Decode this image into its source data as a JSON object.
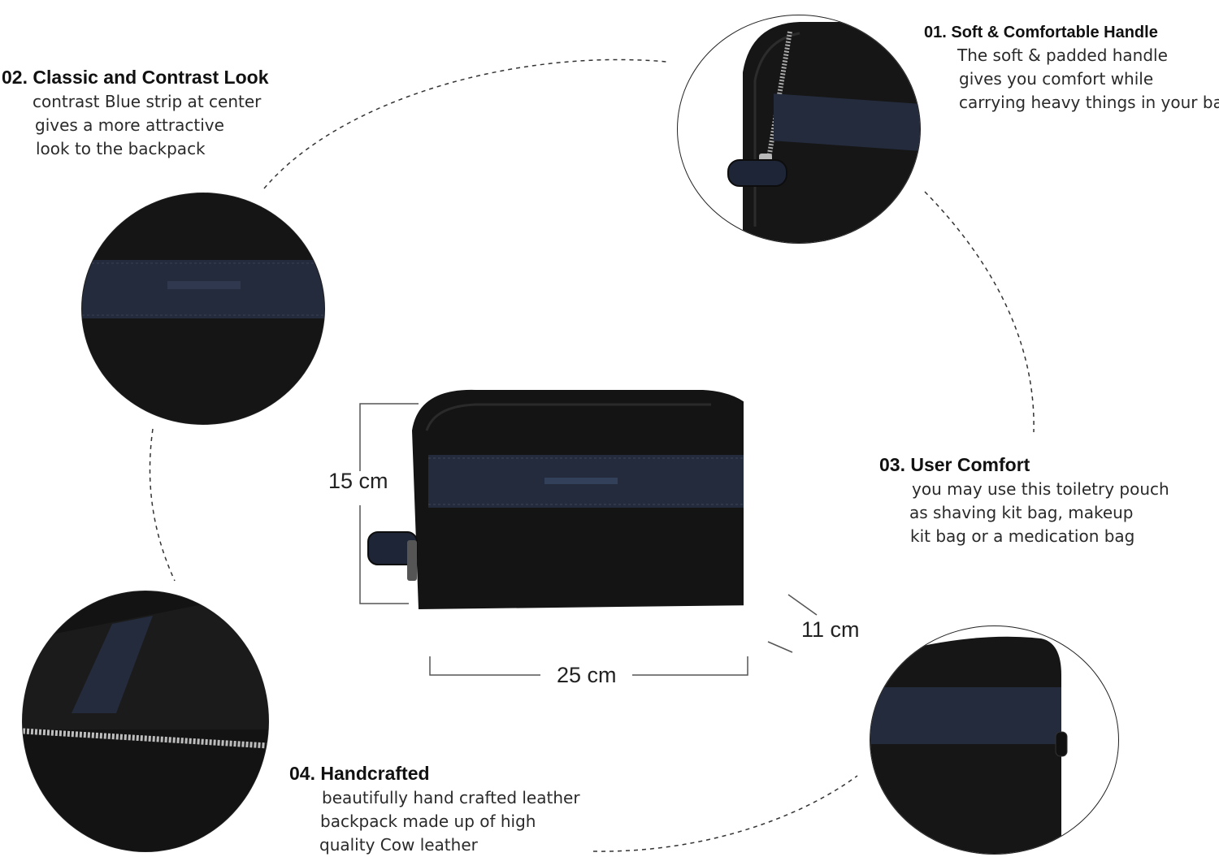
{
  "features": [
    {
      "title": "01. Soft & Comfortable Handle",
      "lines": [
        "The soft & padded handle",
        "gives you comfort while",
        "carrying heavy things in your bag"
      ]
    },
    {
      "title": "02. Classic and Contrast Look",
      "lines": [
        "contrast Blue strip at center",
        "gives a more attractive",
        "look to the backpack"
      ]
    },
    {
      "title": "03. User Comfort",
      "lines": [
        "you may use this toiletry pouch",
        "as shaving kit bag, makeup",
        "kit bag or a medication bag"
      ]
    },
    {
      "title": "04. Handcrafted",
      "lines": [
        "beautifully hand crafted leather",
        "backpack made up of high",
        "quality Cow leather"
      ]
    }
  ],
  "dimensions": {
    "height": "15 cm",
    "width": "25 cm",
    "depth": "11 cm"
  },
  "colors": {
    "leather": "#141414",
    "strip": "#232b3d",
    "background": "#ffffff"
  }
}
